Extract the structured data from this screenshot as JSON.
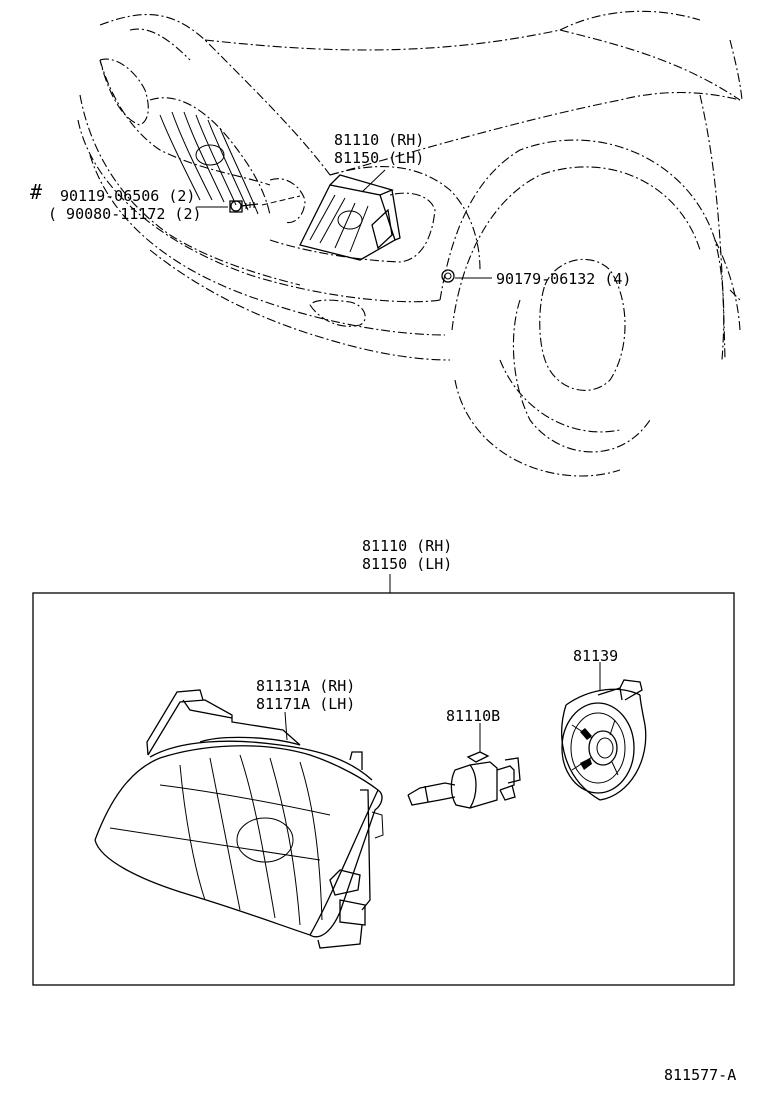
{
  "top_callouts": {
    "headlamp_assy_rh": "81110 (RH)",
    "headlamp_assy_lh": "81150 (LH)",
    "hash_mark": "#",
    "bolt_primary": "90119-06506 (2)",
    "bolt_alt": "( 90080-11172 (2)",
    "clip_nut": "90179-06132 (4)"
  },
  "box_callouts": {
    "headlamp_assy_rh": "81110 (RH)",
    "headlamp_assy_lh": "81150 (LH)",
    "lens_housing_rh": "81131A (RH)",
    "lens_housing_lh": "81171A (LH)",
    "bulb": "81110B",
    "socket_cover": "81139"
  },
  "diagram_id": "811577-A"
}
